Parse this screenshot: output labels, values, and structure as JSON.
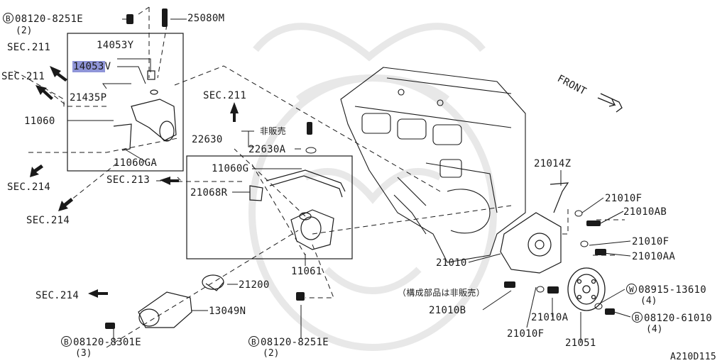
{
  "diagram": {
    "code": "A210D115",
    "front_label": "FRONT",
    "watermark": "faint dragon/mask emblem behind engine",
    "parts": {
      "b08120_8251e_top": {
        "prefix": "B",
        "number": "08120-8251E",
        "qty": "(2)"
      },
      "p25080m": "25080M",
      "p14053y": "14053Y",
      "p14053v_a": "14053",
      "p14053v_b": "V",
      "p21435p": "21435P",
      "p11060": "11060",
      "p11060ga": "11060GA",
      "p22630": "22630",
      "hihanbai": "非販売",
      "p22630a": "22630A",
      "p11060g": "11060G",
      "p21068r": "21068R",
      "p11061": "11061",
      "p21200": "21200",
      "p13049n": "13049N",
      "b08120_8301e": {
        "prefix": "B",
        "number": "08120-8301E",
        "qty": "(3)"
      },
      "b08120_8251e_bottom": {
        "prefix": "B",
        "number": "08120-8251E",
        "qty": "(2)"
      },
      "p21014z": "21014Z",
      "p21010f_top": "21010F",
      "p21010ab": "21010AB",
      "p21010f_mid": "21010F",
      "p21010aa": "21010AA",
      "p21010": "21010",
      "kousei": "（構成部品は非販売）",
      "p21010b": "21010B",
      "p21010a": "21010A",
      "p21010f_bottom": "21010F",
      "p21051": "21051",
      "w08915_13610": {
        "prefix": "W",
        "number": "08915-13610",
        "qty": "(4)"
      },
      "b08120_61010": {
        "prefix": "B",
        "number": "08120-61010",
        "qty": "(4)"
      }
    },
    "sections": {
      "sec211_a": "SEC.211",
      "sec211_b": "SEC.211",
      "sec211_c": "SEC.211",
      "sec214_a": "SEC.214",
      "sec214_b": "SEC.214",
      "sec214_c": "SEC.214",
      "sec213": "SEC.213"
    },
    "colors": {
      "ink": "#1a1a1a",
      "highlight": "#8f95d8",
      "watermark": "#e6e6e6"
    }
  }
}
